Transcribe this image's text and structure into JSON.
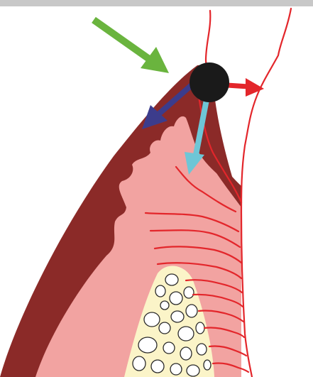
{
  "image": {
    "background": "#ffffff",
    "top_band_color": "#c8c8c8"
  },
  "colors": {
    "outer_tissue": "#8b2a28",
    "inner_tissue": "#f2a3a1",
    "bone": "#fbf4c8",
    "bone_outline": "#2a2a2a",
    "fiber_lines": "#e3262b",
    "pivot_ball": "#1a1a1a"
  },
  "arrows": [
    {
      "id": "incoming-force",
      "color": "#6ab43e"
    },
    {
      "id": "horizontal-component",
      "color": "#e3262b"
    },
    {
      "id": "oblique-component",
      "color": "#3c3c8c"
    },
    {
      "id": "vertical-component",
      "color": "#6ec6d6"
    }
  ]
}
